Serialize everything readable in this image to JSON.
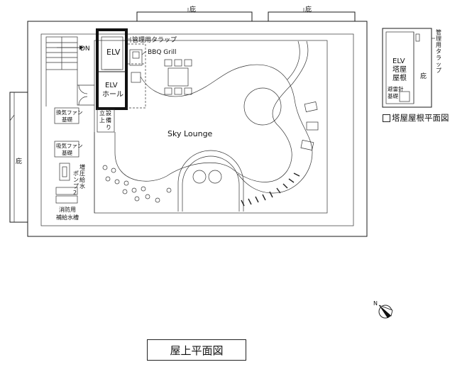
{
  "main_plan": {
    "title": "屋上平面図",
    "eaves_label": "庇",
    "dn_label": "DN",
    "elv_label": "ELV",
    "elv_hall_line1": "ELV",
    "elv_hall_line2": "ホール",
    "trap_label": "管理用タラップ",
    "bbq_label": "BBQ Grill",
    "standpipe_lines": [
      "立",
      "設",
      "上",
      "備",
      "り"
    ],
    "exhaust_fan_lines": [
      "換気ファン",
      "基礎"
    ],
    "intake_fan_lines": [
      "吸気ファン",
      "基礎"
    ],
    "booster_pump_lines": [
      "増",
      "圧",
      "給",
      "水",
      "ポ",
      "ン",
      "プ",
      "2"
    ],
    "fire_tank_lines": [
      "消防用",
      "補給水槽"
    ],
    "sky_lounge_label": "Sky Lounge"
  },
  "penthouse_roof": {
    "title": "塔屋屋根平面図",
    "elv_lines": [
      "ELV",
      "塔屋",
      "屋根"
    ],
    "lightning_lines": [
      "避雷針",
      "基礎"
    ],
    "eaves_label": "庇",
    "trap_lines": [
      "管",
      "理",
      "用",
      "タ",
      "ラ",
      "ッ",
      "プ"
    ]
  },
  "north_arrow": {
    "label": "N"
  }
}
